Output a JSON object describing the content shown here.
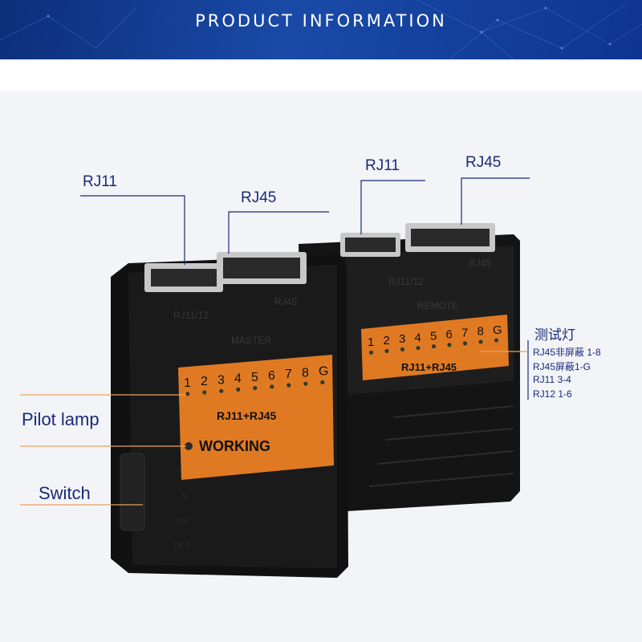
{
  "banner": {
    "title": "PRODUCT INFORMATION"
  },
  "callouts": {
    "left_rj11": "RJ11",
    "left_rj45": "RJ45",
    "right_rj11": "RJ11",
    "right_rj45": "RJ45",
    "pilot_lamp": "Pilot lamp",
    "switch": "Switch"
  },
  "master_unit": {
    "port_label": "RJ11/12",
    "port_label_rj45": "RJ45",
    "name": "MASTER",
    "numbers": [
      "1",
      "2",
      "3",
      "4",
      "5",
      "6",
      "7",
      "8",
      "G"
    ],
    "panel_text": "RJ11+RJ45",
    "working": "WORKING",
    "switch_marks": [
      "S",
      "ON",
      "OFF"
    ]
  },
  "remote_unit": {
    "port_label": "RJ11/12",
    "port_label_rj45": "RJ45",
    "name": "REMOTE",
    "numbers": [
      "1",
      "2",
      "3",
      "4",
      "5",
      "6",
      "7",
      "8",
      "G"
    ],
    "panel_text": "RJ11+RJ45"
  },
  "legend": {
    "title": "测试灯",
    "lines": [
      "RJ45非屏蔽 1-8",
      "RJ45屏蔽1-G",
      "RJ11  3-4",
      "RJ12  1-6"
    ]
  },
  "colors": {
    "banner": "#0d3590",
    "panel": "#e07a22",
    "device": "#161616",
    "callout_line": "#e8a060"
  }
}
